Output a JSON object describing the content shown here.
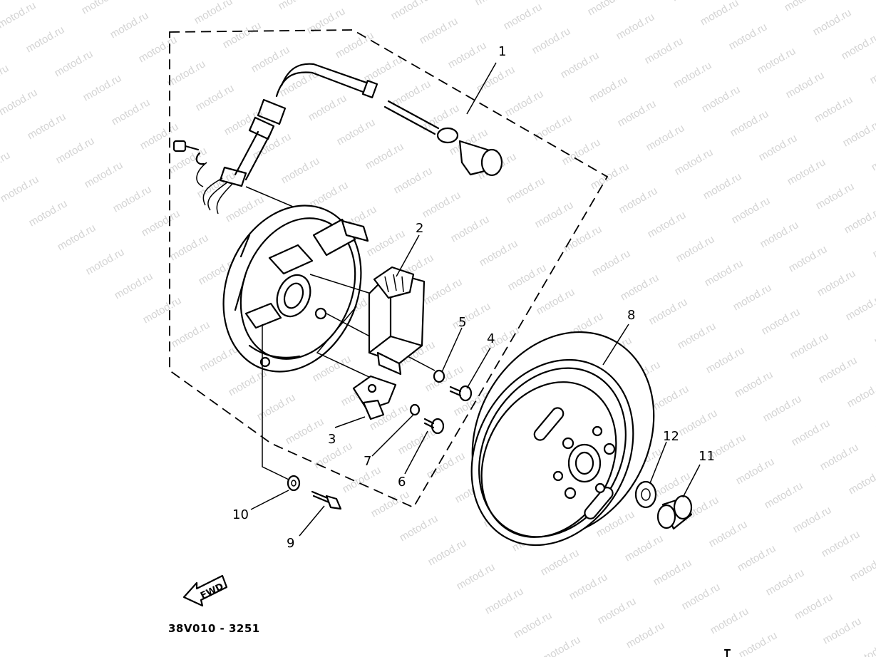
{
  "watermark": "motod.ru",
  "drawing_code": "38V010 - 3251",
  "fwd_arrow": {
    "label": "FWD"
  },
  "callouts": [
    {
      "id": "1",
      "number": "1"
    },
    {
      "id": "2",
      "number": "2"
    },
    {
      "id": "3",
      "number": "3"
    },
    {
      "id": "4",
      "number": "4"
    },
    {
      "id": "5",
      "number": "5"
    },
    {
      "id": "6",
      "number": "6"
    },
    {
      "id": "7",
      "number": "7"
    },
    {
      "id": "8",
      "number": "8"
    },
    {
      "id": "9",
      "number": "9"
    },
    {
      "id": "10",
      "number": "10"
    },
    {
      "id": "11",
      "number": "11"
    },
    {
      "id": "12",
      "number": "12"
    }
  ]
}
